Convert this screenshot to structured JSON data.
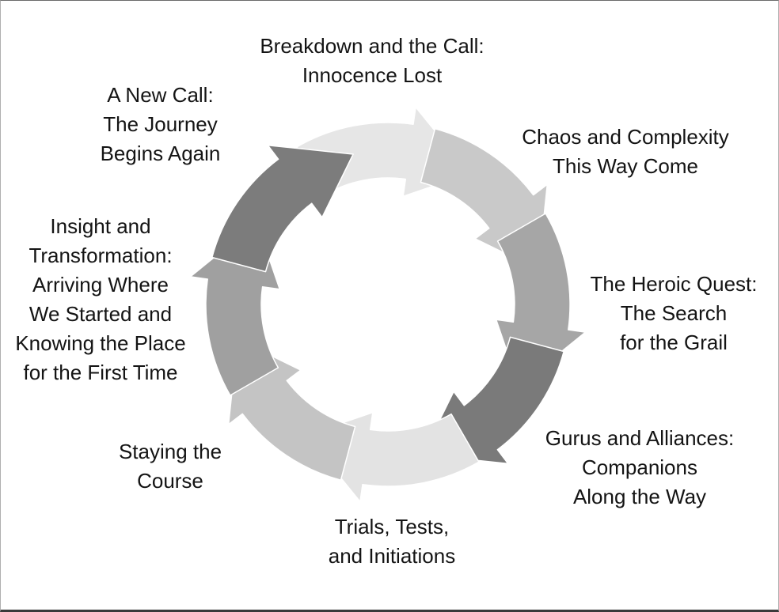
{
  "stages": [
    {
      "lines": [
        "Breakdown and the Call:",
        "Innocence Lost"
      ],
      "shade": "#e6e6e6"
    },
    {
      "lines": [
        "Chaos and Complexity",
        "This Way Come"
      ],
      "shade": "#c9c9c9"
    },
    {
      "lines": [
        "The Heroic Quest:",
        "The Search",
        "for the Grail"
      ],
      "shade": "#a6a6a6"
    },
    {
      "lines": [
        "Gurus and Alliances:",
        "Companions",
        "Along the Way"
      ],
      "shade": "#7a7a7a"
    },
    {
      "lines": [
        "Trials, Tests,",
        "and Initiations"
      ],
      "shade": "#e3e3e3"
    },
    {
      "lines": [
        "Staying the",
        "Course"
      ],
      "shade": "#c4c4c4"
    },
    {
      "lines": [
        "Insight and",
        "Transformation:",
        "Arriving Where",
        "We Started and",
        "Knowing the Place",
        "for the First Time"
      ],
      "shade": "#a0a0a0"
    },
    {
      "lines": [
        "A New Call:",
        "The Journey",
        "Begins Again"
      ],
      "shade": "#7c7c7c"
    }
  ]
}
